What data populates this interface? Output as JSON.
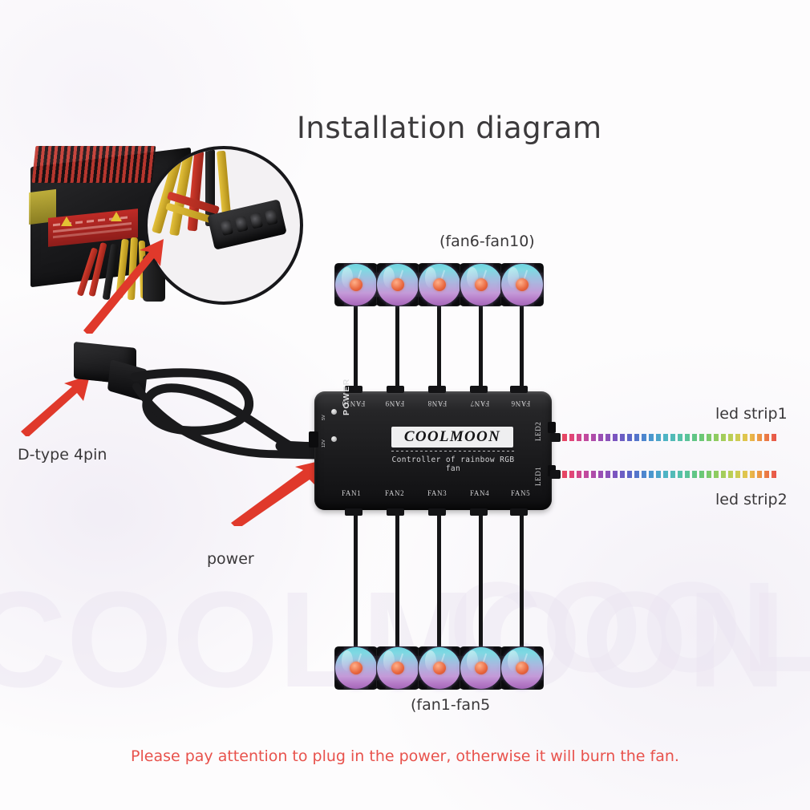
{
  "page": {
    "title": "Installation diagram",
    "warning": "Please pay attention to plug in the power, otherwise it will burn the fan."
  },
  "labels": {
    "fans_top": "(fan6-fan10)",
    "fans_bottom": "(fan1-fan5",
    "led_strip_1": "led strip1",
    "led_strip_2": "led strip2",
    "d_type_connector": "D-type 4pin",
    "power": "power"
  },
  "controller": {
    "brand": "COOLMOON",
    "subtitle": "Controller of rainbow RGB fan",
    "power_label": "POWER",
    "power_pins": [
      "5V",
      "12V"
    ],
    "ports_top": [
      "FAN10",
      "FAN9",
      "FAN8",
      "FAN7",
      "FAN6"
    ],
    "ports_bottom": [
      "FAN1",
      "FAN2",
      "FAN3",
      "FAN4",
      "FAN5"
    ],
    "ports_right": [
      "LED2",
      "LED1"
    ]
  },
  "colors": {
    "accent_warning": "#e8524c",
    "arrow": "#e0392b",
    "fan_ring_top": "#6fd3e0",
    "fan_ring_bottom": "#a467b8",
    "fan_hub": "#e8663e",
    "body_text": "#3a383a",
    "background": "#fdfcfd"
  },
  "watermark": "COOLMOON"
}
